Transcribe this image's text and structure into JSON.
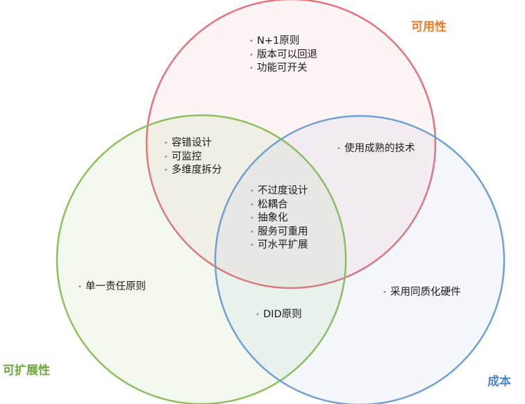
{
  "colors": {
    "availability": "#e8707a",
    "scalability": "#8cc05a",
    "cost": "#6e9fd6",
    "availability_title": "#f07820",
    "scalability_title": "#6aa83c",
    "cost_title": "#4d87c7"
  },
  "titles": {
    "availability": "可用性",
    "scalability": "可扩展性",
    "cost": "成本"
  },
  "groups": {
    "availability_only": [
      "N+1原则",
      "版本可以回退",
      "功能可开关"
    ],
    "availability_cost": [
      "使用成熟的技术"
    ],
    "availability_scalability": [
      "容错设计",
      "可监控",
      "多维度拆分"
    ],
    "center": [
      "不过度设计",
      "松耦合",
      "抽象化",
      "服务可重用",
      "可水平扩展"
    ],
    "scalability_only": [
      "单一责任原则"
    ],
    "scalability_cost": [
      "DID原则"
    ],
    "cost_only": [
      "采用同质化硬件"
    ]
  }
}
